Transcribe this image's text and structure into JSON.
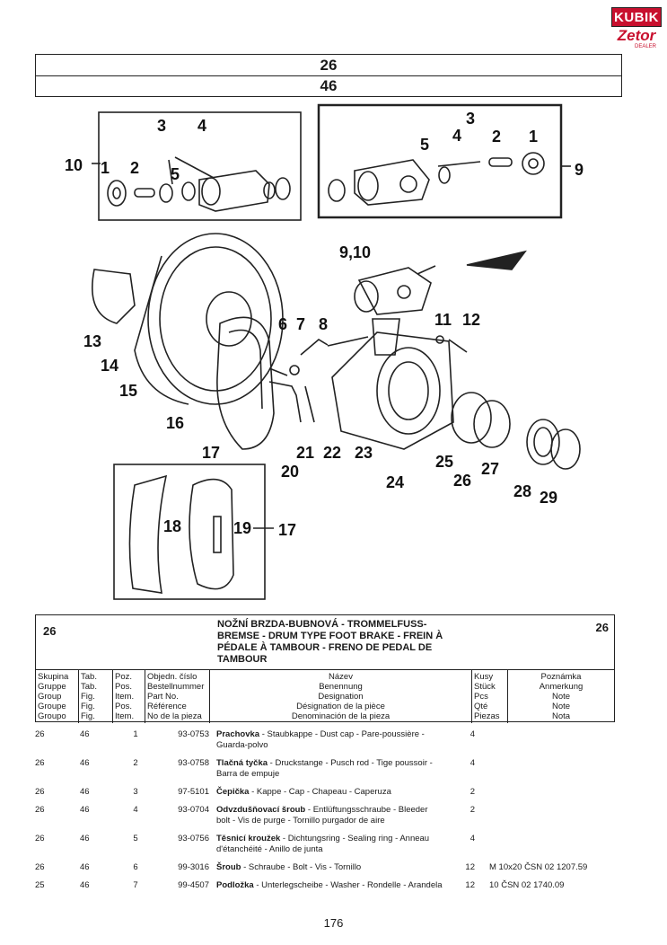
{
  "logo": {
    "top": "KUBIK",
    "bottom": "Zetor",
    "sub": "DEALER"
  },
  "group": "26",
  "figure": "46",
  "title": {
    "group_left": "26",
    "group_right": "26",
    "text": "NOŽNÍ BRZDA-BUBNOVÁ - TROMMELFUSS-BREMSE - DRUM TYPE FOOT BRAKE - FREIN À PÉDALE À  TAMBOUR - FRENO DE PEDAL DE TAMBOUR"
  },
  "diagram_labels": [
    "1",
    "2",
    "3",
    "4",
    "5",
    "10",
    "1",
    "2",
    "3",
    "4",
    "5",
    "9",
    "9,10",
    "6",
    "7",
    "8",
    "11",
    "12",
    "13",
    "14",
    "15",
    "16",
    "17",
    "20",
    "21",
    "22",
    "23",
    "24",
    "25",
    "26",
    "27",
    "28",
    "29",
    "18",
    "19",
    "17"
  ],
  "columns": {
    "group": [
      "Skupina",
      "Gruppe",
      "Group",
      "Groupe",
      "Groupo"
    ],
    "table": [
      "Tab.",
      "Tab.",
      "Fig.",
      "Fig.",
      "Fig."
    ],
    "pos": [
      "Poz.",
      "Pos.",
      "Item.",
      "Pos.",
      "Item."
    ],
    "order": [
      "Objedn. číslo",
      "Bestellnummer",
      "Part No.",
      "Référence",
      "No de la pieza"
    ],
    "name": [
      "Název",
      "Benennung",
      "Designation",
      "Désignation de la pièce",
      "Denominación de la pieza"
    ],
    "qty": [
      "Kusy",
      "Stück",
      "Pcs",
      "Qté",
      "Piezas"
    ],
    "note": [
      "Poznámka",
      "Anmerkung",
      "Note",
      "Note",
      "Nota"
    ]
  },
  "parts": [
    {
      "group": "26",
      "table": "46",
      "pos": "1",
      "order": "93-0753",
      "name_bold": "Prachovka",
      "name_rest": " - Staubkappe - Dust cap - Pare-poussière - Guarda-polvo",
      "qty": "4",
      "note": ""
    },
    {
      "group": "26",
      "table": "46",
      "pos": "2",
      "order": "93-0758",
      "name_bold": "Tlačná tyčka",
      "name_rest": " - Druckstange - Pusch rod - Tige poussoir - Barra de empuje",
      "qty": "4",
      "note": ""
    },
    {
      "group": "26",
      "table": "46",
      "pos": "3",
      "order": "97-5101",
      "name_bold": "Čepička",
      "name_rest": " - Kappe - Cap - Chapeau - Caperuza",
      "qty": "2",
      "note": ""
    },
    {
      "group": "26",
      "table": "46",
      "pos": "4",
      "order": "93-0704",
      "name_bold": "Odvzdušňovací šroub",
      "name_rest": " - Entlüftungsschraube - Bleeder bolt - Vis de purge - Tornillo purgador de aire",
      "qty": "2",
      "note": ""
    },
    {
      "group": "26",
      "table": "46",
      "pos": "5",
      "order": "93-0756",
      "name_bold": "Těsnicí kroužek",
      "name_rest": " - Dichtungsring - Sealing ring - Anneau d'étanchéité - Anillo de junta",
      "qty": "4",
      "note": ""
    },
    {
      "group": "26",
      "table": "46",
      "pos": "6",
      "order": "99-3016",
      "name_bold": "Šroub",
      "name_rest": " - Schraube - Bolt - Vis - Tornillo",
      "qty": "12",
      "note": "M 10x20 ČSN 02 1207.59"
    },
    {
      "group": "25",
      "table": "46",
      "pos": "7",
      "order": "99-4507",
      "name_bold": "Podložka",
      "name_rest": " - Unterlegscheibe - Washer - Rondelle - Arandela",
      "qty": "12",
      "note": "10 ČSN 02 1740.09"
    }
  ],
  "page_number": "176"
}
